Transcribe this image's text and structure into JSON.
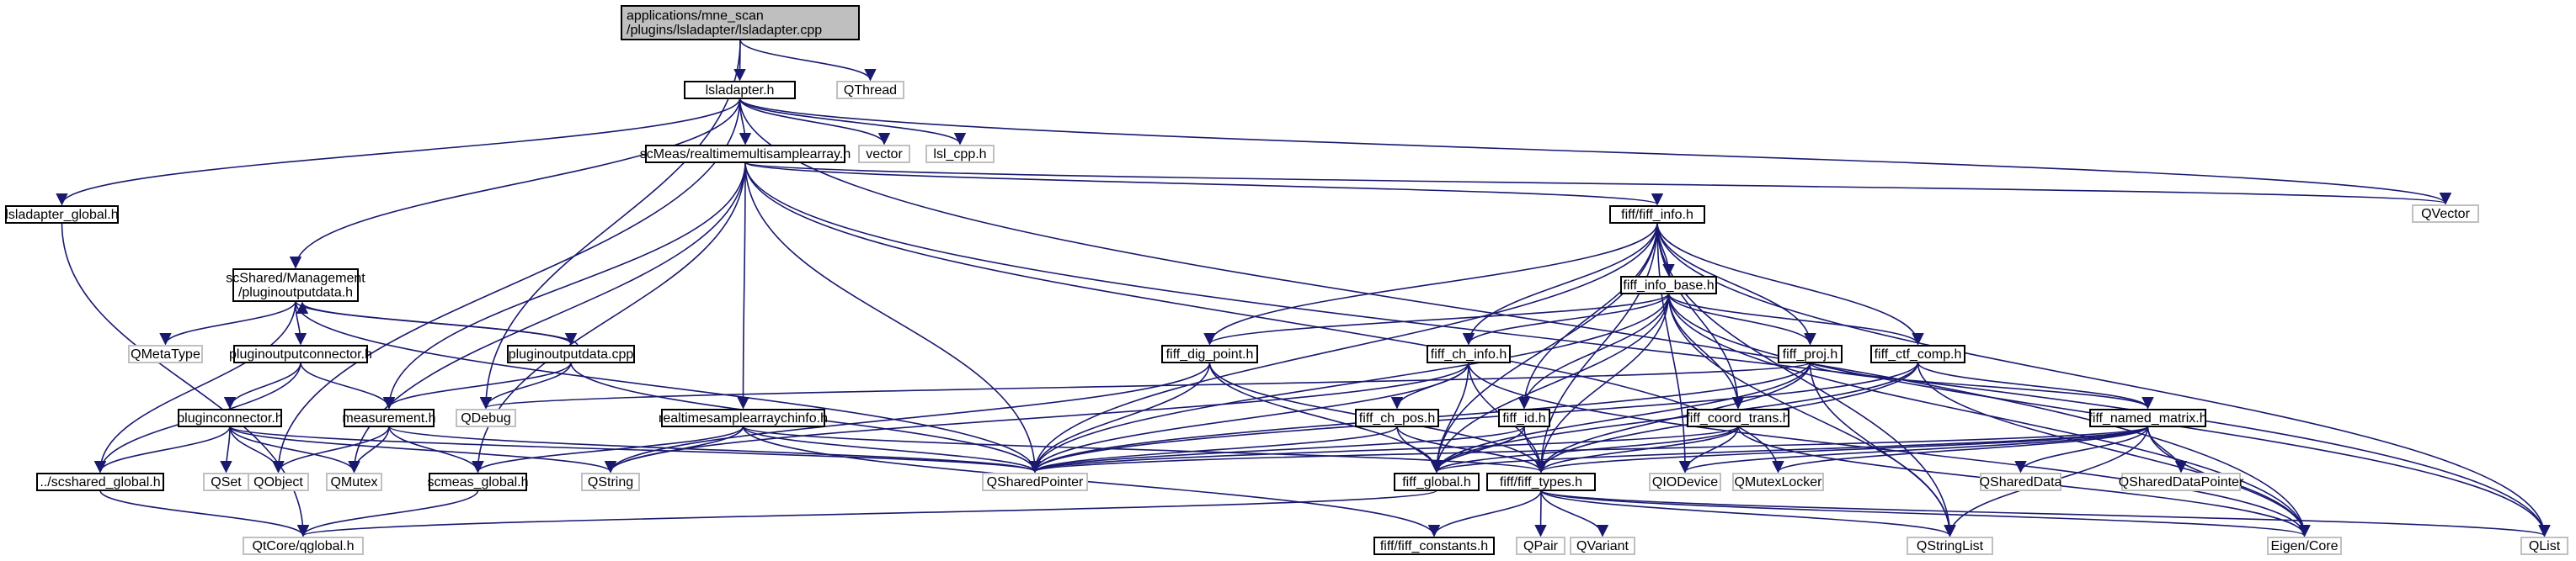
{
  "diagram": {
    "title": "",
    "nodes": [
      {
        "id": "root",
        "lines": [
          "applications/mne_scan",
          "/plugins/lsladapter/lsladapter.cpp"
        ],
        "kind": "root"
      },
      {
        "id": "lsladapter_h",
        "lines": [
          "lsladapter.h"
        ],
        "kind": "doc"
      },
      {
        "id": "qthread",
        "lines": [
          "QThread"
        ],
        "kind": "ext"
      },
      {
        "id": "lsladapter_global",
        "lines": [
          "lsladapter_global.h"
        ],
        "kind": "doc"
      },
      {
        "id": "scmeas_rtmsa",
        "lines": [
          "scMeas/realtimemultisamplearray.h"
        ],
        "kind": "doc"
      },
      {
        "id": "vector",
        "lines": [
          "vector"
        ],
        "kind": "ext"
      },
      {
        "id": "lsl_cpp",
        "lines": [
          "lsl_cpp.h"
        ],
        "kind": "ext"
      },
      {
        "id": "qvector",
        "lines": [
          "QVector"
        ],
        "kind": "ext"
      },
      {
        "id": "fiff_info",
        "lines": [
          "fiff/fiff_info.h"
        ],
        "kind": "doc"
      },
      {
        "id": "fiff_info_base",
        "lines": [
          "fiff_info_base.h"
        ],
        "kind": "doc"
      },
      {
        "id": "plugin_output_data_h",
        "lines": [
          "scShared/Management",
          "/pluginoutputdata.h"
        ],
        "kind": "doc"
      },
      {
        "id": "qmetatype",
        "lines": [
          "QMetaType"
        ],
        "kind": "ext"
      },
      {
        "id": "plugin_output_connector",
        "lines": [
          "pluginoutputconnector.h"
        ],
        "kind": "doc"
      },
      {
        "id": "plugin_output_data_cpp",
        "lines": [
          "pluginoutputdata.cpp"
        ],
        "kind": "doc"
      },
      {
        "id": "fiff_dig_point",
        "lines": [
          "fiff_dig_point.h"
        ],
        "kind": "doc"
      },
      {
        "id": "fiff_ch_info",
        "lines": [
          "fiff_ch_info.h"
        ],
        "kind": "doc"
      },
      {
        "id": "fiff_proj",
        "lines": [
          "fiff_proj.h"
        ],
        "kind": "doc"
      },
      {
        "id": "fiff_ctf_comp",
        "lines": [
          "fiff_ctf_comp.h"
        ],
        "kind": "doc"
      },
      {
        "id": "plugin_connector",
        "lines": [
          "pluginconnector.h"
        ],
        "kind": "doc"
      },
      {
        "id": "measurement",
        "lines": [
          "measurement.h"
        ],
        "kind": "doc"
      },
      {
        "id": "qdebug",
        "lines": [
          "QDebug"
        ],
        "kind": "ext"
      },
      {
        "id": "rtsa_chinfo",
        "lines": [
          "realtimesamplearraychinfo.h"
        ],
        "kind": "doc"
      },
      {
        "id": "fiff_ch_pos",
        "lines": [
          "fiff_ch_pos.h"
        ],
        "kind": "doc"
      },
      {
        "id": "fiff_id",
        "lines": [
          "fiff_id.h"
        ],
        "kind": "doc"
      },
      {
        "id": "fiff_coord_trans",
        "lines": [
          "fiff_coord_trans.h"
        ],
        "kind": "doc"
      },
      {
        "id": "fiff_named_matrix",
        "lines": [
          "fiff_named_matrix.h"
        ],
        "kind": "doc"
      },
      {
        "id": "scshared_global",
        "lines": [
          "../scshared_global.h"
        ],
        "kind": "doc"
      },
      {
        "id": "qset",
        "lines": [
          "QSet"
        ],
        "kind": "ext"
      },
      {
        "id": "qobject",
        "lines": [
          "QObject"
        ],
        "kind": "ext"
      },
      {
        "id": "qmutex",
        "lines": [
          "QMutex"
        ],
        "kind": "ext"
      },
      {
        "id": "scmeas_global",
        "lines": [
          "scmeas_global.h"
        ],
        "kind": "doc"
      },
      {
        "id": "qstring",
        "lines": [
          "QString"
        ],
        "kind": "ext"
      },
      {
        "id": "qsharedpointer",
        "lines": [
          "QSharedPointer"
        ],
        "kind": "ext"
      },
      {
        "id": "fiff_global",
        "lines": [
          "fiff_global.h"
        ],
        "kind": "doc"
      },
      {
        "id": "fiff_types",
        "lines": [
          "fiff/fiff_types.h"
        ],
        "kind": "doc"
      },
      {
        "id": "qiodevice",
        "lines": [
          "QIODevice"
        ],
        "kind": "ext"
      },
      {
        "id": "qmutexlocker",
        "lines": [
          "QMutexLocker"
        ],
        "kind": "ext"
      },
      {
        "id": "qshareddata",
        "lines": [
          "QSharedData"
        ],
        "kind": "ext"
      },
      {
        "id": "qshareddatapointer",
        "lines": [
          "QSharedDataPointer"
        ],
        "kind": "ext"
      },
      {
        "id": "qtcore_qglobal",
        "lines": [
          "QtCore/qglobal.h"
        ],
        "kind": "ext"
      },
      {
        "id": "fiff_constants",
        "lines": [
          "fiff/fiff_constants.h"
        ],
        "kind": "doc"
      },
      {
        "id": "qpair",
        "lines": [
          "QPair"
        ],
        "kind": "ext"
      },
      {
        "id": "qvariant",
        "lines": [
          "QVariant"
        ],
        "kind": "ext"
      },
      {
        "id": "qstringlist",
        "lines": [
          "QStringList"
        ],
        "kind": "ext"
      },
      {
        "id": "eigen_core",
        "lines": [
          "Eigen/Core"
        ],
        "kind": "ext"
      },
      {
        "id": "qlist",
        "lines": [
          "QList"
        ],
        "kind": "ext"
      }
    ],
    "edges": [
      [
        "root",
        "lsladapter_h"
      ],
      [
        "root",
        "qthread"
      ],
      [
        "root",
        "qdebug"
      ],
      [
        "lsladapter_h",
        "lsladapter_global"
      ],
      [
        "lsladapter_h",
        "scmeas_rtmsa"
      ],
      [
        "lsladapter_h",
        "vector"
      ],
      [
        "lsladapter_h",
        "lsl_cpp"
      ],
      [
        "lsladapter_h",
        "qvector"
      ],
      [
        "lsladapter_h",
        "plugin_output_data_h"
      ],
      [
        "lsladapter_h",
        "qobject"
      ],
      [
        "lsladapter_h",
        "eigen_core"
      ],
      [
        "lsladapter_global",
        "qtcore_qglobal"
      ],
      [
        "scmeas_rtmsa",
        "fiff_info"
      ],
      [
        "scmeas_rtmsa",
        "measurement"
      ],
      [
        "scmeas_rtmsa",
        "rtsa_chinfo"
      ],
      [
        "scmeas_rtmsa",
        "qmutex"
      ],
      [
        "scmeas_rtmsa",
        "scmeas_global"
      ],
      [
        "scmeas_rtmsa",
        "qsharedpointer"
      ],
      [
        "scmeas_rtmsa",
        "qvector"
      ],
      [
        "scmeas_rtmsa",
        "qlist"
      ],
      [
        "scmeas_rtmsa",
        "qmutexlocker"
      ],
      [
        "fiff_info",
        "fiff_info_base"
      ],
      [
        "fiff_info",
        "fiff_dig_point"
      ],
      [
        "fiff_info",
        "fiff_ch_info"
      ],
      [
        "fiff_info",
        "fiff_proj"
      ],
      [
        "fiff_info",
        "fiff_ctf_comp"
      ],
      [
        "fiff_info",
        "fiff_id"
      ],
      [
        "fiff_info",
        "fiff_coord_trans"
      ],
      [
        "fiff_info",
        "fiff_global"
      ],
      [
        "fiff_info",
        "fiff_types"
      ],
      [
        "fiff_info",
        "qsharedpointer"
      ],
      [
        "fiff_info",
        "qlist"
      ],
      [
        "fiff_info",
        "qstringlist"
      ],
      [
        "fiff_info",
        "qiodevice"
      ],
      [
        "fiff_info_base",
        "fiff_dig_point"
      ],
      [
        "fiff_info_base",
        "fiff_ch_info"
      ],
      [
        "fiff_info_base",
        "fiff_proj"
      ],
      [
        "fiff_info_base",
        "fiff_ctf_comp"
      ],
      [
        "fiff_info_base",
        "fiff_id"
      ],
      [
        "fiff_info_base",
        "fiff_coord_trans"
      ],
      [
        "fiff_info_base",
        "fiff_global"
      ],
      [
        "fiff_info_base",
        "fiff_types"
      ],
      [
        "fiff_info_base",
        "qsharedpointer"
      ],
      [
        "fiff_info_base",
        "qlist"
      ],
      [
        "fiff_info_base",
        "qstringlist"
      ],
      [
        "fiff_info_base",
        "eigen_core"
      ],
      [
        "plugin_output_data_h",
        "qmetatype"
      ],
      [
        "plugin_output_data_h",
        "plugin_output_connector"
      ],
      [
        "plugin_output_data_h",
        "plugin_output_data_cpp"
      ],
      [
        "plugin_output_data_h",
        "scshared_global"
      ],
      [
        "plugin_output_data_h",
        "qsharedpointer"
      ],
      [
        "plugin_output_data_cpp",
        "plugin_output_data_h"
      ],
      [
        "plugin_output_data_cpp",
        "measurement"
      ],
      [
        "plugin_output_data_cpp",
        "qdebug"
      ],
      [
        "plugin_output_data_cpp",
        "qsharedpointer"
      ],
      [
        "plugin_output_connector",
        "plugin_connector"
      ],
      [
        "plugin_output_connector",
        "measurement"
      ],
      [
        "plugin_output_connector",
        "scshared_global"
      ],
      [
        "plugin_connector",
        "scshared_global"
      ],
      [
        "plugin_connector",
        "qset"
      ],
      [
        "plugin_connector",
        "qobject"
      ],
      [
        "plugin_connector",
        "qmutex"
      ],
      [
        "plugin_connector",
        "qstring"
      ],
      [
        "plugin_connector",
        "qsharedpointer"
      ],
      [
        "measurement",
        "scmeas_global"
      ],
      [
        "measurement",
        "qobject"
      ],
      [
        "measurement",
        "qmutex"
      ],
      [
        "measurement",
        "qsharedpointer"
      ],
      [
        "rtsa_chinfo",
        "scmeas_global"
      ],
      [
        "rtsa_chinfo",
        "qstring"
      ],
      [
        "rtsa_chinfo",
        "qsharedpointer"
      ],
      [
        "rtsa_chinfo",
        "fiff_types"
      ],
      [
        "rtsa_chinfo",
        "fiff_constants"
      ],
      [
        "fiff_dig_point",
        "fiff_global"
      ],
      [
        "fiff_dig_point",
        "fiff_types"
      ],
      [
        "fiff_dig_point",
        "qsharedpointer"
      ],
      [
        "fiff_dig_point",
        "qstring"
      ],
      [
        "fiff_ch_info",
        "fiff_ch_pos"
      ],
      [
        "fiff_ch_info",
        "fiff_global"
      ],
      [
        "fiff_ch_info",
        "fiff_types"
      ],
      [
        "fiff_ch_info",
        "qsharedpointer"
      ],
      [
        "fiff_ch_info",
        "qstring"
      ],
      [
        "fiff_ch_info",
        "eigen_core"
      ],
      [
        "fiff_proj",
        "fiff_named_matrix"
      ],
      [
        "fiff_proj",
        "fiff_global"
      ],
      [
        "fiff_proj",
        "fiff_types"
      ],
      [
        "fiff_proj",
        "qsharedpointer"
      ],
      [
        "fiff_proj",
        "qstringlist"
      ],
      [
        "fiff_proj",
        "qdebug"
      ],
      [
        "fiff_ctf_comp",
        "fiff_named_matrix"
      ],
      [
        "fiff_ctf_comp",
        "fiff_global"
      ],
      [
        "fiff_ctf_comp",
        "fiff_types"
      ],
      [
        "fiff_ctf_comp",
        "qsharedpointer"
      ],
      [
        "fiff_ctf_comp",
        "eigen_core"
      ],
      [
        "fiff_ch_pos",
        "fiff_global"
      ],
      [
        "fiff_ch_pos",
        "fiff_types"
      ],
      [
        "fiff_ch_pos",
        "qsharedpointer"
      ],
      [
        "fiff_id",
        "fiff_global"
      ],
      [
        "fiff_id",
        "fiff_types"
      ],
      [
        "fiff_id",
        "qsharedpointer"
      ],
      [
        "fiff_coord_trans",
        "fiff_global"
      ],
      [
        "fiff_coord_trans",
        "fiff_types"
      ],
      [
        "fiff_coord_trans",
        "qsharedpointer"
      ],
      [
        "fiff_coord_trans",
        "eigen_core"
      ],
      [
        "fiff_coord_trans",
        "qiodevice"
      ],
      [
        "fiff_named_matrix",
        "fiff_global"
      ],
      [
        "fiff_named_matrix",
        "fiff_types"
      ],
      [
        "fiff_named_matrix",
        "qsharedpointer"
      ],
      [
        "fiff_named_matrix",
        "qstringlist"
      ],
      [
        "fiff_named_matrix",
        "qshareddata"
      ],
      [
        "fiff_named_matrix",
        "qshareddatapointer"
      ],
      [
        "fiff_named_matrix",
        "eigen_core"
      ],
      [
        "fiff_named_matrix",
        "qmutexlocker"
      ],
      [
        "fiff_named_matrix",
        "qiodevice"
      ],
      [
        "scshared_global",
        "qtcore_qglobal"
      ],
      [
        "scmeas_global",
        "qtcore_qglobal"
      ],
      [
        "fiff_global",
        "qtcore_qglobal"
      ],
      [
        "fiff_types",
        "fiff_constants"
      ],
      [
        "fiff_types",
        "qpair"
      ],
      [
        "fiff_types",
        "qvariant"
      ],
      [
        "fiff_types",
        "qstringlist"
      ],
      [
        "fiff_types",
        "eigen_core"
      ],
      [
        "fiff_types",
        "qlist"
      ]
    ]
  }
}
